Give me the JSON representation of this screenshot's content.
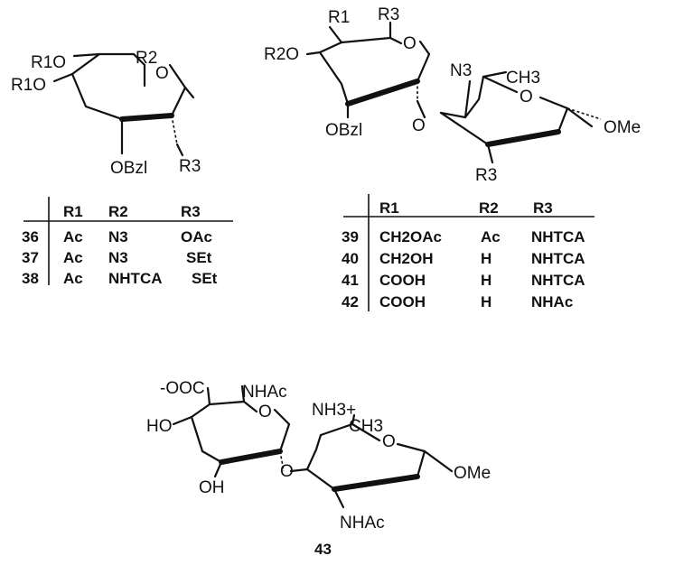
{
  "structure_left": {
    "labels": {
      "r1o_top": "R1O",
      "r1o_mid": "R1O",
      "r2": "R2",
      "ring_o": "O",
      "obzl": "OBzl",
      "r3": "R3"
    },
    "table": {
      "headers": [
        "R1",
        "R2",
        "R3"
      ],
      "rows": [
        {
          "id": "36",
          "r1": "Ac",
          "r2": "N3",
          "r3": "OAc"
        },
        {
          "id": "37",
          "r1": "Ac",
          "r2": "N3",
          "r3": "SEt"
        },
        {
          "id": "38",
          "r1": "Ac",
          "r2": "NHTCA",
          "r3": "SEt"
        }
      ]
    }
  },
  "structure_right": {
    "labels": {
      "r1": "R1",
      "r3": "R3",
      "r2o": "R2O",
      "ring_o1": "O",
      "n3": "N3",
      "ch3": "CH3",
      "ring_o2": "O",
      "obzl": "OBzl",
      "link_o": "O",
      "ome": "OMe",
      "r3_bottom": "R3"
    },
    "table": {
      "headers": [
        "R1",
        "R2",
        "R3"
      ],
      "rows": [
        {
          "id": "39",
          "r1": "CH2OAc",
          "r2": "Ac",
          "r3": "NHTCA"
        },
        {
          "id": "40",
          "r1": "CH2OH",
          "r2": "H",
          "r3": "NHTCA"
        },
        {
          "id": "41",
          "r1": "COOH",
          "r2": "H",
          "r3": "NHTCA"
        },
        {
          "id": "42",
          "r1": "COOH",
          "r2": "H",
          "r3": "NHAc"
        }
      ]
    }
  },
  "structure_bottom": {
    "labels": {
      "coo": "-OOC",
      "nhac_top": "NHAc",
      "ring_o1": "O",
      "ho": "HO",
      "nh3": "NH3+",
      "ch3": "CH3",
      "ring_o2": "O",
      "oh": "OH",
      "link_o": "O",
      "ome": "OMe",
      "nhac_bottom": "NHAc"
    },
    "compound_number": "43"
  }
}
